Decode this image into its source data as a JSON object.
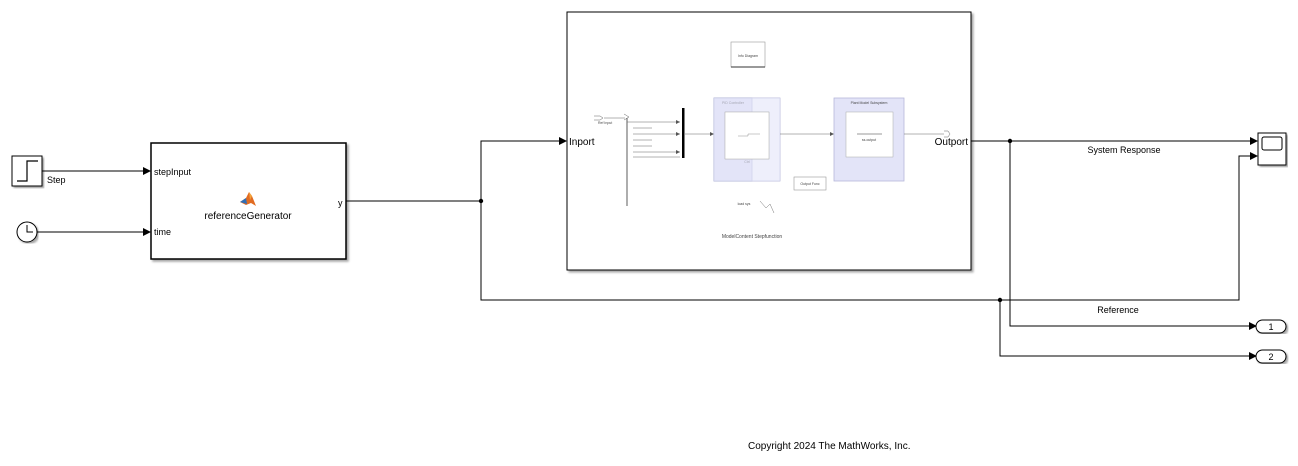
{
  "blocks": {
    "step": {
      "label": "Step"
    },
    "clock": {
      "label": ""
    },
    "reference_generator": {
      "name": "referenceGenerator",
      "inputs": [
        "stepInput",
        "time"
      ],
      "output": "y"
    },
    "subsystem": {
      "inport_label": "Inport",
      "outport_label": "Outport",
      "inner": {
        "mux_inputs": [
          "Ref Input",
          "",
          "",
          ""
        ],
        "controller_title": "PID Controller",
        "controller_sub": "Ctrl",
        "plant_title": "Plant Model Subsystem",
        "plant_inner": "ss.output",
        "small_box": "Output Func",
        "note_small": "load sys",
        "footer": "ModelContent Stepfunction",
        "top_box": "Info Diagram"
      }
    },
    "scope": {
      "label": ""
    },
    "outport1": {
      "value": "1"
    },
    "outport2": {
      "value": "2"
    }
  },
  "signals": {
    "system_response": "System Response",
    "reference": "Reference"
  },
  "footer": {
    "copyright": "Copyright 2024 The MathWorks, Inc."
  },
  "colors": {
    "line": "#000000",
    "inner_block_fill": "#e3e4f8",
    "inner_block_border": "#b6b8d9",
    "matlab_orange": "#e16b22",
    "matlab_blue": "#2f6fb7"
  }
}
